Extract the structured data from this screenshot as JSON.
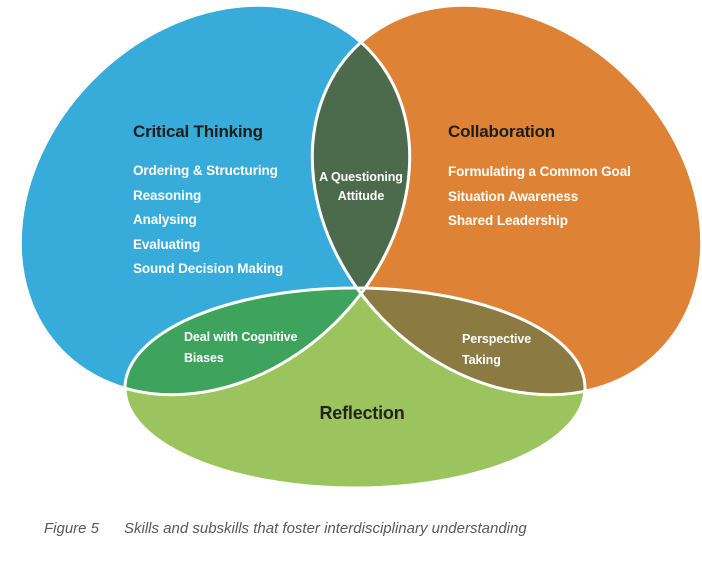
{
  "figure": {
    "caption_label": "Figure 5",
    "caption_text": "Skills and subskills that foster interdisciplinary understanding"
  },
  "venn": {
    "colors": {
      "critical_thinking": "#37ABDA",
      "collaboration": "#DE8335",
      "reflection": "#9CC45E",
      "ct_collab_overlap": "#4C6B4D",
      "ct_reflection_overlap": "#3EA45D",
      "collab_reflection_overlap": "#8B7B42",
      "outline": "#FFFFFF"
    },
    "critical_thinking": {
      "title": "Critical Thinking",
      "items": [
        "Ordering & Structuring",
        "Reasoning",
        "Analysing",
        "Evaluating",
        "Sound Decision Making"
      ]
    },
    "collaboration": {
      "title": "Collaboration",
      "items": [
        "Formulating a Common Goal",
        "Situation Awareness",
        "Shared Leadership"
      ]
    },
    "reflection": {
      "title": "Reflection"
    },
    "overlaps": {
      "questioning_attitude": "A Questioning Attitude",
      "cognitive_biases": "Deal with Cognitive Biases",
      "perspective_taking": "Perspective Taking"
    }
  }
}
